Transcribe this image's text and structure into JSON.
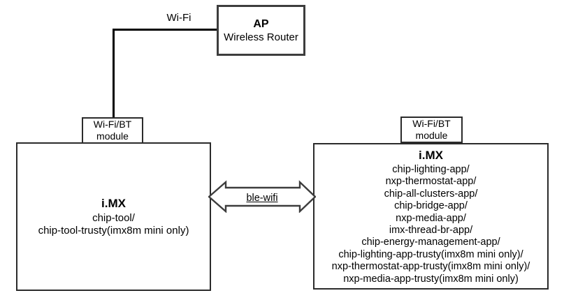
{
  "diagram": {
    "ap": {
      "title": "AP",
      "subtitle": "Wireless Router"
    },
    "wifi_label": "Wi-Fi",
    "ble_wifi_label": "ble-wifi",
    "left_module": {
      "line1": "Wi-Fi/BT",
      "line2": "module"
    },
    "right_module": {
      "line1": "Wi-Fi/BT",
      "line2": "module"
    },
    "left_board": {
      "title": "i.MX",
      "apps": [
        "chip-tool/",
        "chip-tool-trusty(imx8m mini only)"
      ]
    },
    "right_board": {
      "title": "i.MX",
      "apps": [
        "chip-lighting-app/",
        "nxp-thermostat-app/",
        "chip-all-clusters-app/",
        "chip-bridge-app/",
        "nxp-media-app/",
        "imx-thread-br-app/",
        "chip-energy-management-app/",
        "chip-lighting-app-trusty(imx8m mini only)/",
        "nxp-thermostat-app-trusty(imx8m mini only)/",
        "nxp-media-app-trusty(imx8m mini only)"
      ]
    },
    "colors": {
      "line": "#000000",
      "border": "#2b2b2b",
      "border_gray": "#3d3d3d",
      "background": "#ffffff",
      "text": "#000000"
    }
  }
}
